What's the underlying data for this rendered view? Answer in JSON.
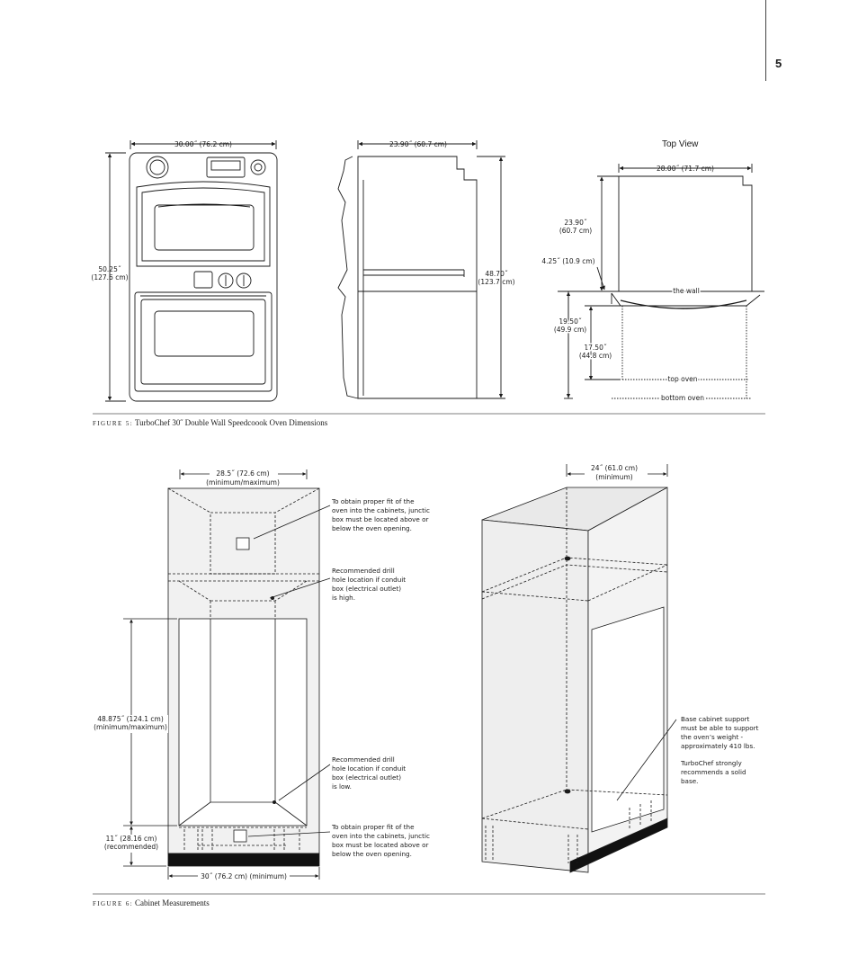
{
  "page_number": "5",
  "figure5": {
    "caption_label": "FIGURE 5:",
    "caption_text": "TurboChef 30˝ Double Wall Speedcoook Oven Dimensions",
    "front": {
      "width": "30.00˝ (76.2 cm)",
      "height_in": "50.25˝",
      "height_cm": "(127.6 cm)"
    },
    "side": {
      "depth": "23.90˝ (60.7 cm)",
      "height_in": "48.70˝",
      "height_cm": "(123.7 cm)"
    },
    "top_view": {
      "title": "Top View",
      "width": "28.00˝ (71.7 cm)",
      "depth_in": "23.90˝",
      "depth_cm": "(60.7 cm)",
      "door": "4.25˝ (10.9 cm)",
      "wall": "the wall",
      "top_oven_in": "19.50˝",
      "top_oven_cm": "(49.9 cm)",
      "bottom_oven_in": "17.50˝",
      "bottom_oven_cm": "(44.8 cm)",
      "top_oven_label": "top oven",
      "bottom_oven_label": "bottom oven"
    }
  },
  "figure6": {
    "caption_label": "FIGURE 6:",
    "caption_text": "Cabinet Measurements",
    "front": {
      "width_line1": "28.5˝ (72.6 cm)",
      "width_line2": "(minimum/maximum)",
      "height_line1": "48.875˝ (124.1 cm)",
      "height_line2": "(minimum/maximum)",
      "base_line1": "11˝ (28.16 cm)",
      "base_line2": "(recommended)",
      "bottom_width": "30˝ (76.2 cm) (minimum)"
    },
    "notes": {
      "junction_top": [
        "To obtain proper fit of the",
        "oven into the cabinets, junctic",
        "box must be located above or",
        "below the oven opening."
      ],
      "drill_high": [
        "Recommended drill",
        "hole location if conduit",
        "box (electrical outlet)",
        "is high."
      ],
      "drill_low": [
        "Recommended drill",
        "hole location if conduit",
        "box (electrical outlet)",
        "is low."
      ],
      "junction_bottom": [
        "To obtain proper fit of the",
        "oven into the cabinets, junctic",
        "box must be located above or",
        "below the oven opening."
      ]
    },
    "iso": {
      "depth_line1": "24˝ (61.0 cm)",
      "depth_line2": "(minimum)",
      "support_note": [
        "Base cabinet support",
        "must be able to support",
        "the oven’s weight -",
        "approximately 410 lbs."
      ],
      "solid_note": [
        "TurboChef strongly",
        "recommends a solid",
        "base."
      ]
    }
  }
}
